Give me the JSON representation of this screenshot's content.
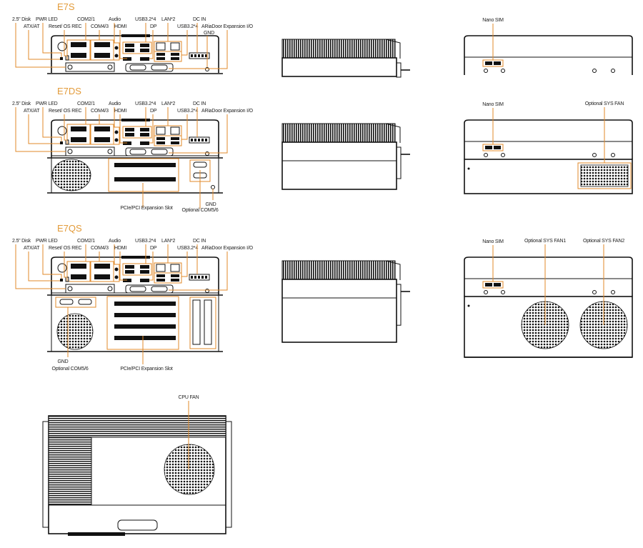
{
  "accent_color": "#e08a2a",
  "front_labels": {
    "disk": "2.5\" Disk",
    "pwr_led": "PWR LED",
    "com21": "COM2/1",
    "audio": "Audio",
    "usb_top": "USB3.2*4",
    "lan": "LAN*2",
    "dc_in": "DC IN",
    "atx": "ATX/AT",
    "reset": "Reset/ OS REC",
    "com43": "COM4/3",
    "hdmi": "HDMI",
    "dp": "DP",
    "usb_bottom": "USB3.2*4",
    "ariadoor": "ARiaDoor Expansion I/O",
    "gnd": "GND"
  },
  "models": [
    {
      "title": "E7S"
    },
    {
      "title": "E7DS",
      "gnd": "GND",
      "optional_com": "Optional COM5/6",
      "expansion_slot": "PCIe/PCI Expansion Slot"
    },
    {
      "title": "E7QS",
      "gnd": "GND",
      "optional_com": "Optional COM5/6",
      "expansion_slot": "PCIe/PCI Expansion Slot"
    }
  ],
  "rear_labels": {
    "nano_sim": "Nano SIM",
    "sys_fan": "Optional SYS FAN",
    "sys_fan1": "Optional SYS FAN1",
    "sys_fan2": "Optional SYS FAN2"
  },
  "top_view": {
    "cpu_fan": "CPU FAN"
  }
}
